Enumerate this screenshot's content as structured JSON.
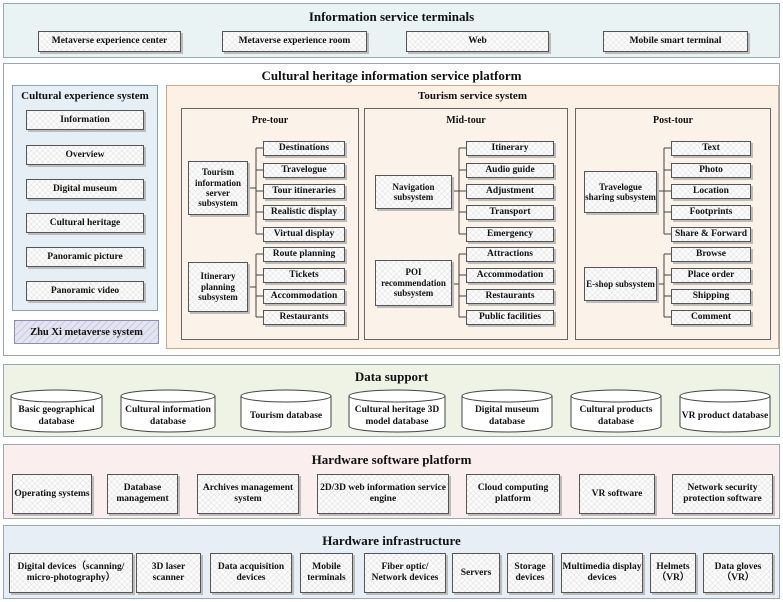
{
  "colors": {
    "terminals_bg": "#e9f3f4",
    "platform_bg": "#ffffff",
    "cultural_bg": "#e6eff5",
    "tourism_bg": "#fdf1e6",
    "data_bg": "#eef3e6",
    "hardware_sw_bg": "#fbeeee",
    "infra_bg": "#e8eef6",
    "panel_border": "#9aa7b4"
  },
  "terminals": {
    "title": "Information service terminals",
    "items": [
      "Metaverse experience center",
      "Metaverse experience room",
      "Web",
      "Mobile smart terminal"
    ]
  },
  "platform": {
    "title": "Cultural heritage information service platform",
    "cultural": {
      "title": "Cultural experience system",
      "items": [
        "Information",
        "Overview",
        "Digital museum",
        "Cultural heritage",
        "Panoramic picture",
        "Panoramic video"
      ],
      "metaverse": "Zhu Xi metaverse system"
    },
    "tourism": {
      "title": "Tourism service system",
      "pre": {
        "title": "Pre-tour",
        "groups": [
          {
            "label": "Tourism information server subsystem",
            "items": [
              "Destinations",
              "Travelogue",
              "Tour itineraries",
              "Realistic display",
              "Virtual display"
            ]
          },
          {
            "label": "Itinerary planning subsystem",
            "items": [
              "Route planning",
              "Tickets",
              "Accommodation",
              "Restaurants"
            ]
          }
        ]
      },
      "mid": {
        "title": "Mid-tour",
        "groups": [
          {
            "label": "Navigation subsystem",
            "items": [
              "Itinerary",
              "Audio guide",
              "Adjustment",
              "Transport",
              "Emergency"
            ]
          },
          {
            "label": "POI recommendation subsystem",
            "items": [
              "Attractions",
              "Accommodation",
              "Restaurants",
              "Public facilities"
            ]
          }
        ]
      },
      "post": {
        "title": "Post-tour",
        "groups": [
          {
            "label": "Travelogue sharing subsystem",
            "items": [
              "Text",
              "Photo",
              "Location",
              "Footprints",
              "Share & Forward"
            ]
          },
          {
            "label": "E-shop subsystem",
            "items": [
              "Browse",
              "Place order",
              "Shipping",
              "Comment"
            ]
          }
        ]
      }
    }
  },
  "data_support": {
    "title": "Data support",
    "items": [
      "Basic geographical database",
      "Cultural information database",
      "Tourism database",
      "Cultural heritage 3D model database",
      "Digital museum database",
      "Cultural products database",
      "VR product database"
    ]
  },
  "hardware_software": {
    "title": "Hardware software platform",
    "items": [
      "Operating systems",
      "Database management",
      "Archives management system",
      "2D/3D web information service engine",
      "Cloud computing platform",
      "VR software",
      "Network security protection software"
    ]
  },
  "infrastructure": {
    "title": "Hardware infrastructure",
    "items": [
      "Digital devices（scanning/ micro-photography）",
      "3D laser scanner",
      "Data acquisition devices",
      "Mobile terminals",
      "Fiber optic/ Network devices",
      "Servers",
      "Storage devices",
      "Multimedia display devices",
      "Helmets （VR）",
      "Data gloves（VR）"
    ]
  }
}
